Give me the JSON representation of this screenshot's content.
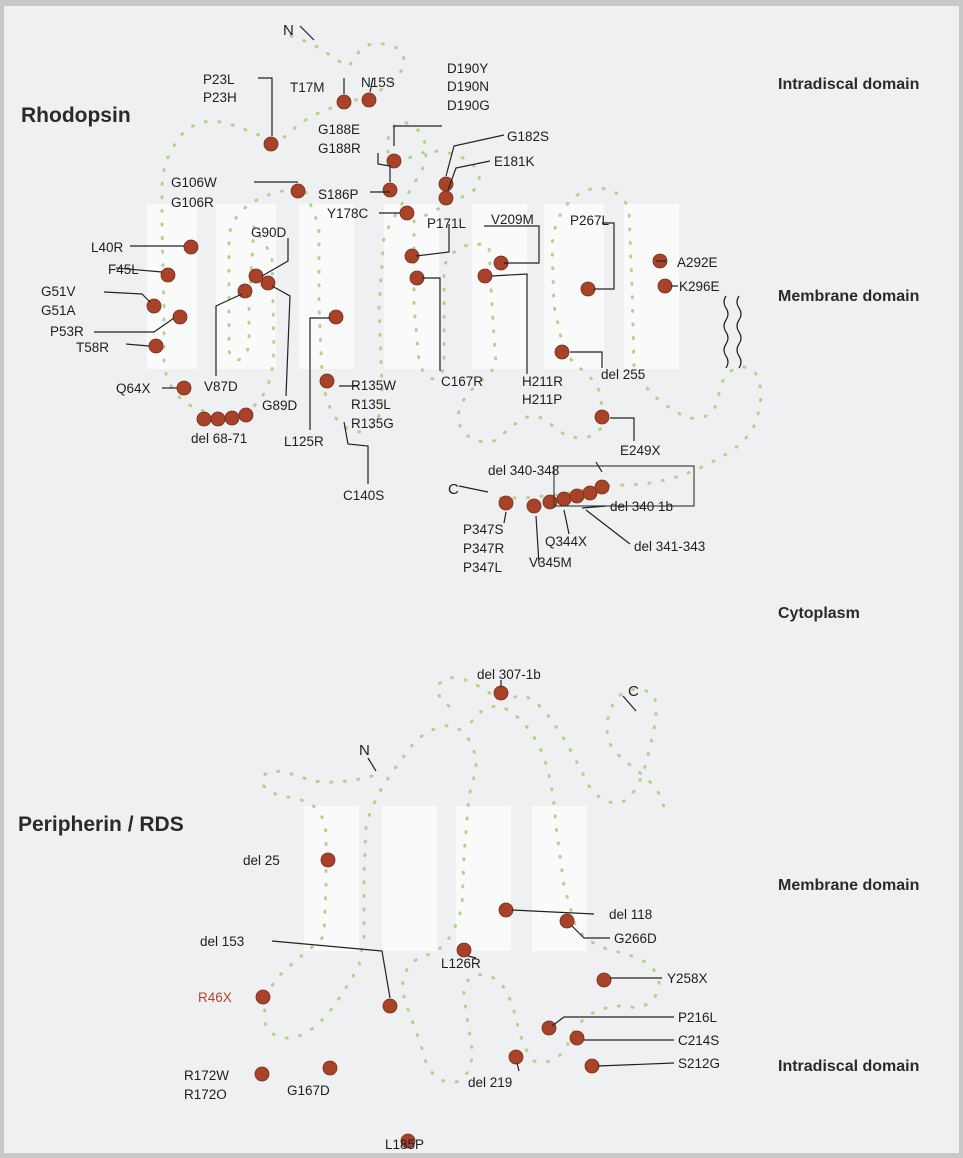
{
  "rhodopsin": {
    "title": "Rhodopsin",
    "n_term": "N",
    "c_term": "C",
    "labels": {
      "p23": "P23L",
      "p23b": "P23H",
      "t17m": "T17M",
      "n15s": "N15S",
      "d190y": "D190Y",
      "d190n": "D190N",
      "d190g": "D190G",
      "g188e": "G188E",
      "g188r": "G188R",
      "g182s": "G182S",
      "e181k": "E181K",
      "g106w": "G106W",
      "g106r": "G106R",
      "s186p": "S186P",
      "y178c": "Y178C",
      "p171l": "P171L",
      "v209m": "V209M",
      "p267l": "P267L",
      "g90d": "G90D",
      "l40r": "L40R",
      "f45l": "F45L",
      "g51v": "G51V",
      "g51a": "G51A",
      "p53r": "P53R",
      "t58r": "T58R",
      "q64x": "Q64X",
      "v87d": "V87D",
      "g89d": "G89D",
      "del6871": "del 68-71",
      "r135w": "R135W",
      "r135l": "R135L",
      "r135g": "R135G",
      "l125r": "L125R",
      "c140s": "C140S",
      "c167r": "C167R",
      "h211r": "H211R",
      "h211p": "H211P",
      "del255": "del 255",
      "a292e": "A292E",
      "k296e": "K296E",
      "e249x": "E249X",
      "del340348": "del 340-348",
      "del3401b": "del 340 1b",
      "del341343": "del 341-343",
      "p347s": "P347S",
      "p347r": "P347R",
      "p347l": "P347L",
      "q344x": "Q344X",
      "v345m": "V345M"
    }
  },
  "domains": {
    "intradiscal_top": "Intradiscal domain",
    "membrane_top": "Membrane domain",
    "cytoplasm": "Cytoplasm",
    "membrane_bottom": "Membrane domain",
    "intradiscal_bottom": "Intradiscal domain"
  },
  "peripherin": {
    "title": "Peripherin / RDS",
    "n_term": "N",
    "c_term": "C",
    "labels": {
      "del3071b": "del 307-1b",
      "del25": "del 25",
      "del118": "del 118",
      "g266d": "G266D",
      "del153": "del 153",
      "l126r": "L126R",
      "y258x": "Y258X",
      "r46x": "R46X",
      "p216l": "P216L",
      "c214s": "C214S",
      "s212g": "S212G",
      "r172w": "R172W",
      "r172q": "R172O",
      "g167d": "G167D",
      "del219": "del 219",
      "l185p": "L185P"
    }
  },
  "colors": {
    "residue_outline": "#b9cf8a",
    "mutation": "#a8432a",
    "membrane_band": "#ffffff",
    "r46x_label": "#b5462a"
  }
}
